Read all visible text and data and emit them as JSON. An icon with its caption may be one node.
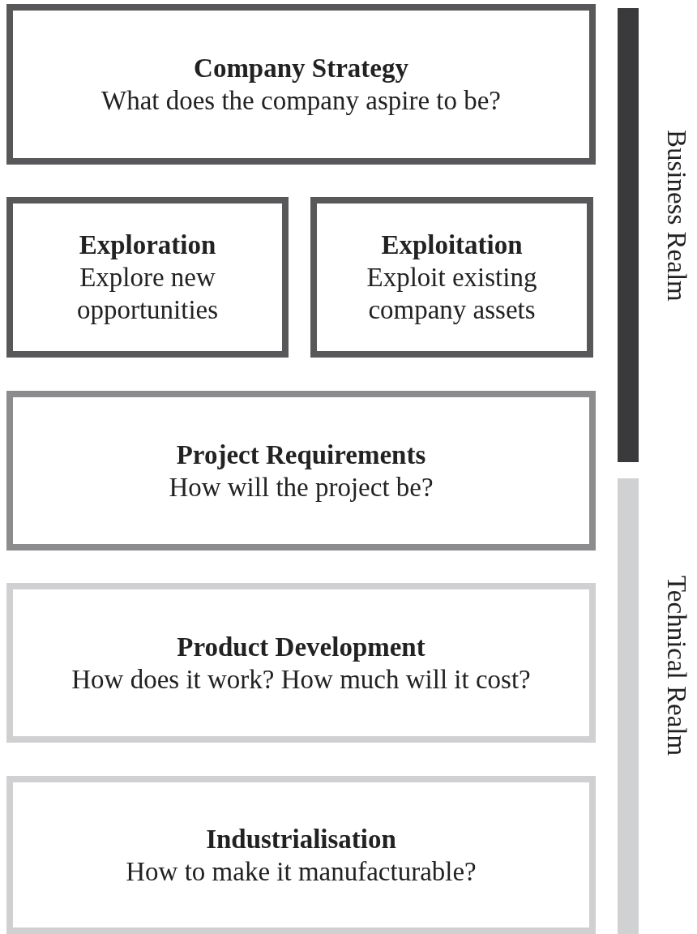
{
  "diagram": {
    "nodes": [
      {
        "text": [
          "Company Strategy",
          "What does the company aspire to be?"
        ]
      },
      {
        "text": [
          "Exploration",
          "Explore new opportunities"
        ]
      },
      {
        "text": [
          "Exploitation",
          "Exploit existing company assets"
        ]
      },
      {
        "text": [
          "Project Requirements",
          "How will the project be?"
        ]
      },
      {
        "text": [
          "Product Development",
          "How does it work? How much will it cost?"
        ]
      },
      {
        "text": [
          "Industrialisation",
          "How to make it manufacturable?"
        ]
      },
      {
        "text": [
          "Business Realm"
        ]
      },
      {
        "text": [
          "Technical Realm"
        ]
      }
    ],
    "edges": []
  }
}
